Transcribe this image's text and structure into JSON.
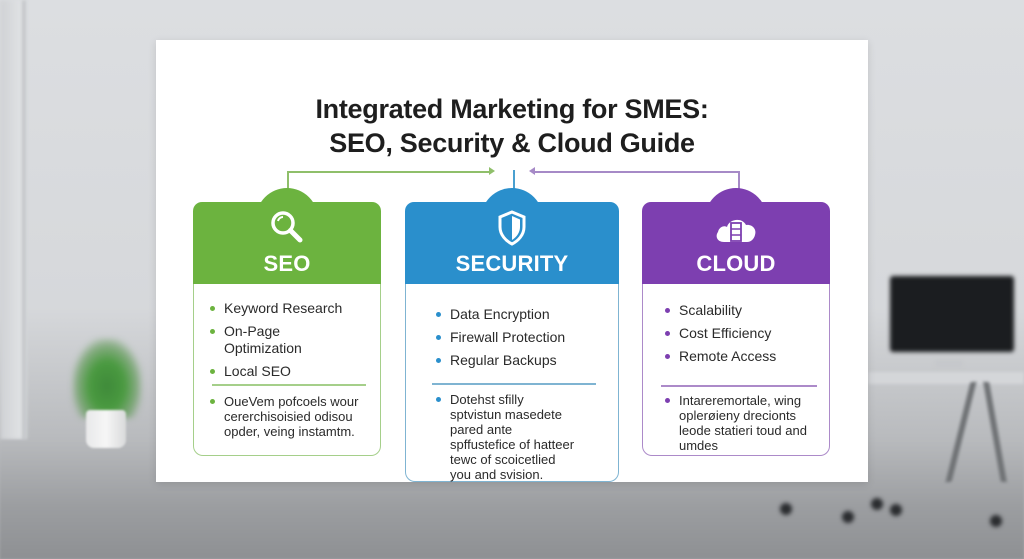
{
  "title": {
    "line1": "Integrated Marketing for SMES:",
    "line2": "SEO, Security & Cloud Guide"
  },
  "colors": {
    "seo": "#6cb33f",
    "security": "#2a8fcc",
    "cloud": "#7d3fb0",
    "title_text": "#1e1e1e"
  },
  "cards": [
    {
      "id": "seo",
      "label": "SEO",
      "icon": "magnifying-glass-icon",
      "items": [
        "Keyword Research",
        "On-Page Optimization",
        "Local SEO"
      ],
      "note": "OueVem pofcoels wour cererchisoisied odisou opder, veing instamtm."
    },
    {
      "id": "security",
      "label": "SECURITY",
      "icon": "shield-icon",
      "items": [
        "Data Encryption",
        "Firewall Protection",
        "Regular Backups"
      ],
      "note": "Dotehst sfilly sptvistun masedete pared ante spffustefice of hatteer tewc of scoicetlied you and svision."
    },
    {
      "id": "cloud",
      "label": "CLOUD",
      "icon": "cloud-server-icon",
      "items": [
        "Scalability",
        "Cost Efficiency",
        "Remote Access"
      ],
      "note": "Intareremortale, wing oplerøieny drecionts leode statieri toud and umdes"
    }
  ]
}
